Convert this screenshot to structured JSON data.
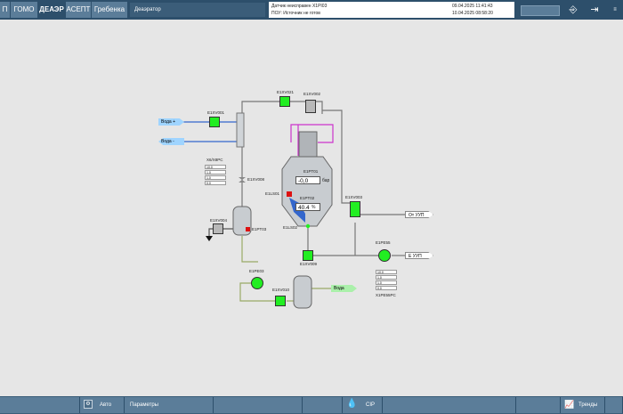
{
  "nav_tabs": [
    "П",
    "ГОМО",
    "ДЕАЭР",
    "АСЕПТ",
    "Гребенка"
  ],
  "active_tab": "ДЕАЭР",
  "screen_name": "Деаэратор",
  "messages": [
    {
      "text": "Датчик неисправен X1PI03",
      "time": "09.04.2025 11:41:43"
    },
    {
      "text": "ПОУ: Источник не готов",
      "time": "10.04.2025 08:58:20"
    }
  ],
  "bottom": {
    "auto_label": "Авто",
    "params_label": "Параметры",
    "cip_label": "CIP",
    "trends_label": "Тренды"
  },
  "flows": {
    "water_in": "Вода +",
    "water_out": "Вода -",
    "water_tank": "Вода",
    "from_uvd": "От УУП",
    "to_uvd": "Е УУП"
  },
  "tags": {
    "v1": "E1XV001",
    "v2": "E1XV021",
    "v3": "E1XV002",
    "v4": "E1XV003",
    "v5": "E1XV004",
    "v6": "E1XV009",
    "v7": "E1XV010",
    "ctrl1": "X6/X8PC",
    "ctrl2": "X1PE55PC",
    "ctrl3": "E1XV008",
    "pt1": "E1PT01",
    "pt2": "E1PT02",
    "ls1": "E1LS01",
    "ls2": "E1LS02",
    "pt3": "E1PT03",
    "pump1": "E1PE55",
    "pump2": "E1PE03"
  },
  "readouts": {
    "pressure": "-0,0",
    "pressure_unit": "бар",
    "level": "40.4",
    "level_unit": "%"
  },
  "level_fraction": 0.4,
  "panel_rows": [
    "10.0",
    "1.0",
    "1.0",
    "0.0"
  ],
  "colors": {
    "valve_on": "#22ee22",
    "valve_off": "#b8b8b8",
    "water": "#3366cc",
    "steam": "#cc33cc",
    "line": "#777777",
    "condensate": "#99aa66"
  }
}
